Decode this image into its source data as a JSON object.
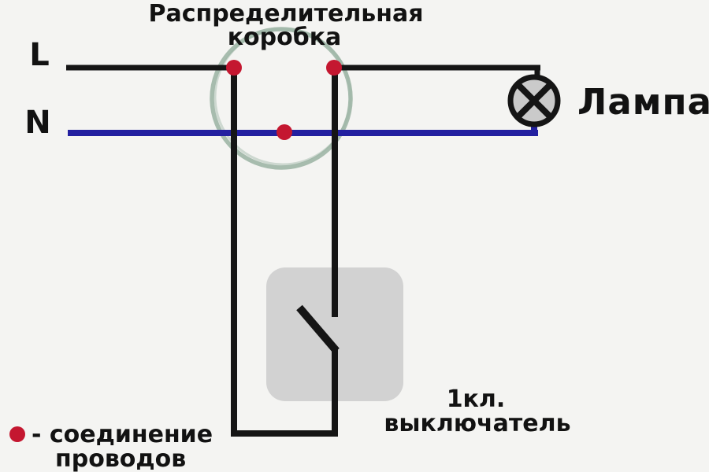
{
  "title": {
    "line1": "Распределительная",
    "line2": "коробка"
  },
  "rails": {
    "live_label": "L",
    "neutral_label": "N"
  },
  "lamp": {
    "label": "Лампа"
  },
  "switch": {
    "label_line1": "1кл.",
    "label_line2": "выключатель"
  },
  "legend": {
    "line1": "- соединение",
    "line2": "проводов"
  },
  "colors": {
    "background": "#f4f4f2",
    "wire_black": "#151515",
    "wire_blue": "#2320a0",
    "junction_red": "#c41730",
    "box_circle_green": "#9eb6a6",
    "switch_plate_gray": "#d2d2d2",
    "lamp_fill_gray": "#cacaca",
    "text_black": "#121212"
  }
}
